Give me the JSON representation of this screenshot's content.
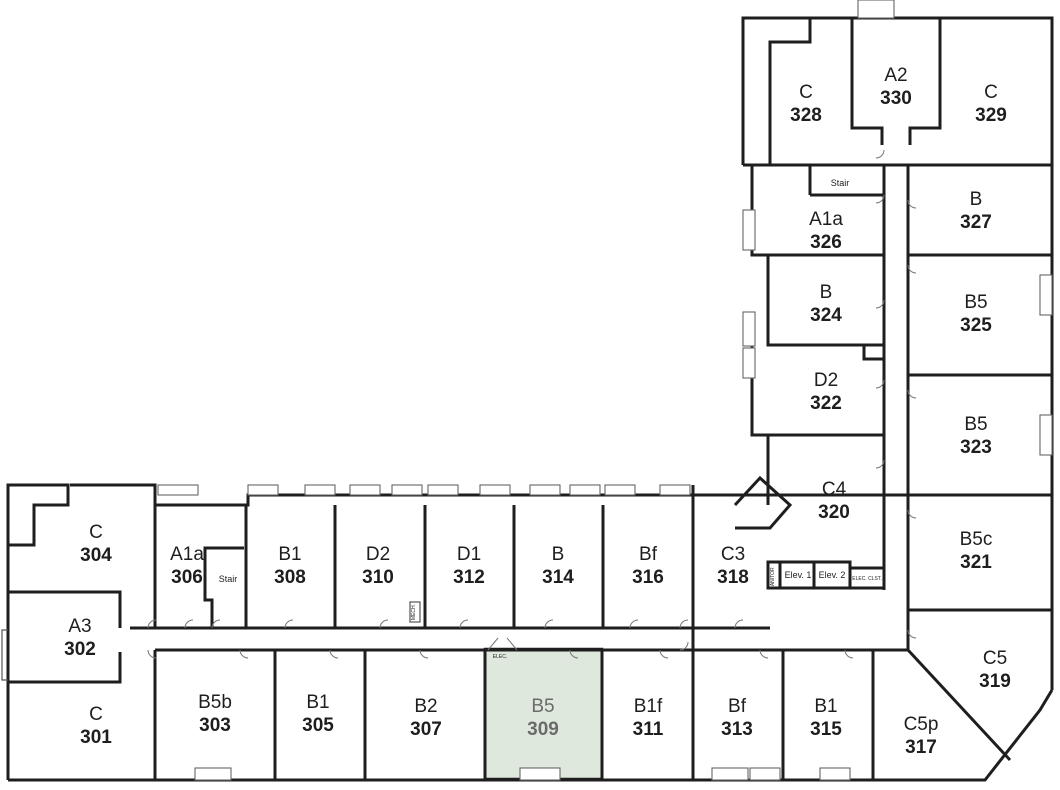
{
  "accent": {
    "selected_fill": "#dfe8dd",
    "selected_text": "#6b6b6b",
    "wall": "#1e1e1e"
  },
  "selected_room": "309",
  "rooms": [
    {
      "id": "r304",
      "type": "C",
      "num": "304"
    },
    {
      "id": "r306",
      "type": "A1a",
      "num": "306"
    },
    {
      "id": "r308",
      "type": "B1",
      "num": "308"
    },
    {
      "id": "r310",
      "type": "D2",
      "num": "310"
    },
    {
      "id": "r312",
      "type": "D1",
      "num": "312"
    },
    {
      "id": "r314",
      "type": "B",
      "num": "314"
    },
    {
      "id": "r316",
      "type": "Bf",
      "num": "316"
    },
    {
      "id": "r318",
      "type": "C3",
      "num": "318"
    },
    {
      "id": "r302",
      "type": "A3",
      "num": "302"
    },
    {
      "id": "r301",
      "type": "C",
      "num": "301"
    },
    {
      "id": "r303",
      "type": "B5b",
      "num": "303"
    },
    {
      "id": "r305",
      "type": "B1",
      "num": "305"
    },
    {
      "id": "r307",
      "type": "B2",
      "num": "307"
    },
    {
      "id": "r309",
      "type": "B5",
      "num": "309"
    },
    {
      "id": "r311",
      "type": "B1f",
      "num": "311"
    },
    {
      "id": "r313",
      "type": "Bf",
      "num": "313"
    },
    {
      "id": "r315",
      "type": "B1",
      "num": "315"
    },
    {
      "id": "r317",
      "type": "C5p",
      "num": "317"
    },
    {
      "id": "r319",
      "type": "C5",
      "num": "319"
    },
    {
      "id": "r320",
      "type": "C4",
      "num": "320"
    },
    {
      "id": "r321",
      "type": "B5c",
      "num": "321"
    },
    {
      "id": "r322",
      "type": "D2",
      "num": "322"
    },
    {
      "id": "r323",
      "type": "B5",
      "num": "323"
    },
    {
      "id": "r324",
      "type": "B",
      "num": "324"
    },
    {
      "id": "r325",
      "type": "B5",
      "num": "325"
    },
    {
      "id": "r326",
      "type": "A1a",
      "num": "326"
    },
    {
      "id": "r327",
      "type": "B",
      "num": "327"
    },
    {
      "id": "r328",
      "type": "C",
      "num": "328"
    },
    {
      "id": "r329",
      "type": "C",
      "num": "329"
    },
    {
      "id": "r330",
      "type": "A2",
      "num": "330"
    }
  ],
  "labels": {
    "stair_top": "Stair",
    "stair_left": "Stair",
    "elev1": "Elev. 1",
    "elev2": "Elev. 2",
    "elec_clst": "ELEC. CLST.",
    "elec_corridor": "ELEC.",
    "mech": "MECH.",
    "janitor": "JANITOR"
  }
}
